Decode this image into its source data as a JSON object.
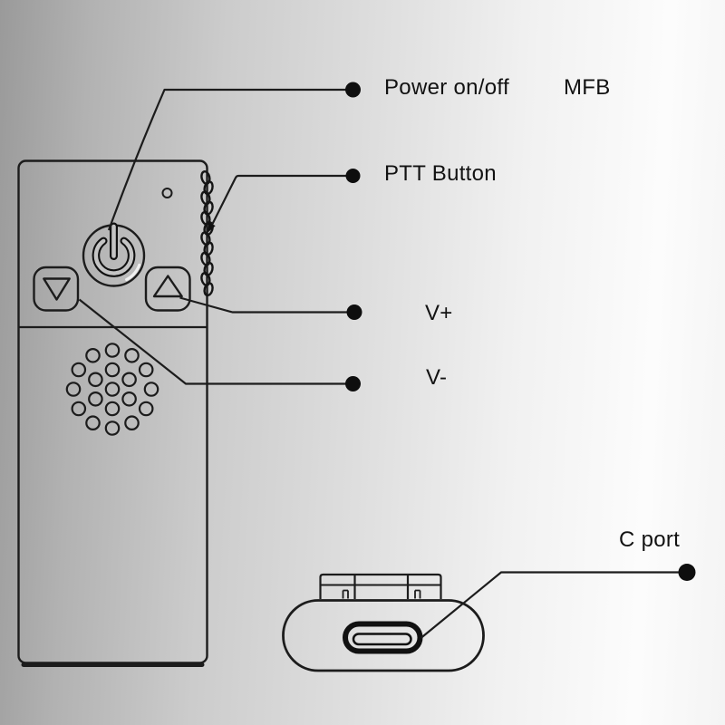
{
  "labels": {
    "power": "Power on/off",
    "mfb": "MFB",
    "ptt": "PTT Button",
    "volume_up": "V+",
    "volume_down": "V-",
    "c_port": "C port"
  },
  "icons": {
    "power": "power-icon",
    "volume_up": "volume-up-icon",
    "volume_down": "volume-down-icon",
    "speaker": "speaker-grille-icon",
    "usb_c": "usb-c-port-icon",
    "ptt_texture": "ptt-side-button"
  },
  "colors": {
    "line": "#1c1c1c",
    "text": "#121212",
    "callout_dot": "#0e0e0e",
    "background_dark": "#9a9a9a",
    "background_light": "#fcfcfc"
  }
}
